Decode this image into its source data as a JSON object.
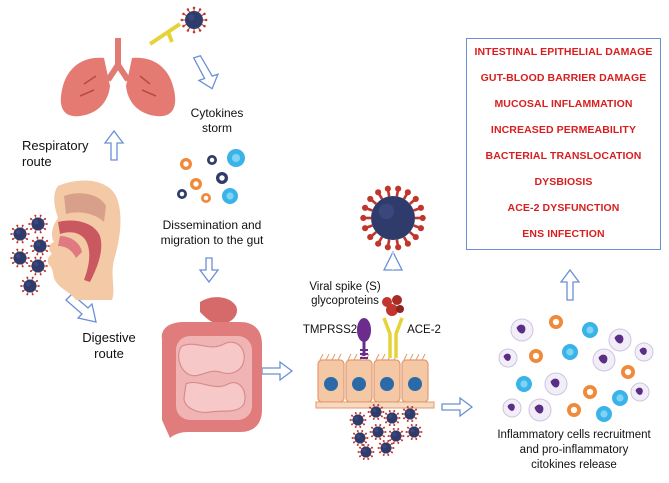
{
  "labels": {
    "respiratory_route": "Respiratory\nroute",
    "cytokines_storm": "Cytokines\nstorm",
    "dissemination": "Dissemination and\nmigration to the gut",
    "digestive_route": "Digestive\nroute",
    "viral_spike": "Viral spike (S)\nglycoproteins",
    "tmprss2": "TMPRSS2",
    "ace2": "ACE-2",
    "inflammatory": "Inflammatory cells recruitment\nand pro-inflammatory\ncitokines release"
  },
  "effects": [
    "INTESTINAL EPITHELIAL DAMAGE",
    "GUT-BLOOD BARRIER DAMAGE",
    "MUCOSAL INFLAMMATION",
    "INCREASED PERMEABILITY",
    "BACTERIAL TRANSLOCATION",
    "DYSBIOSIS",
    "ACE-2 DYSFUNCTION",
    "ENS INFECTION"
  ],
  "colors": {
    "effect_text": "#d81e1e",
    "box_border": "#6b8fd6",
    "arrow_outline": "#6b8fd6",
    "virus": "#2f3b6b",
    "virus_spike": "#c0362c",
    "lung": "#e57a73",
    "intestine": "#e8a0a0",
    "cell": "#f4c7a5",
    "ace2": "#e6d33a",
    "tmprss2": "#6b2c8e"
  },
  "icons": [
    "lungs-icon",
    "virus-icon",
    "head-icon",
    "intestine-icon",
    "epithelial-cells-icon",
    "immune-cell-icon"
  ]
}
